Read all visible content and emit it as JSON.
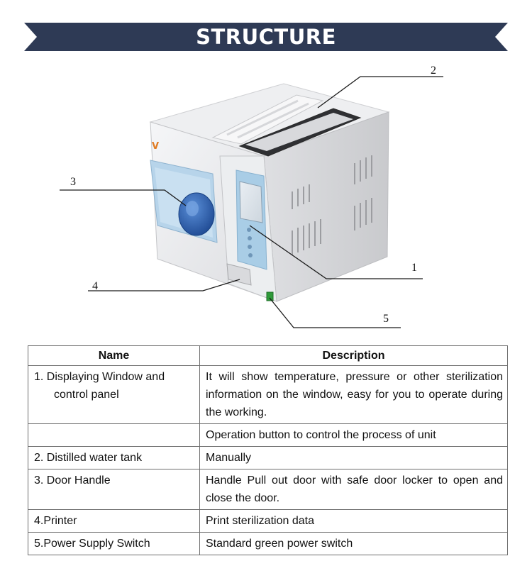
{
  "banner": {
    "title": "STRUCTURE"
  },
  "figure": {
    "brand_mark": "V",
    "callouts": [
      "1",
      "2",
      "3",
      "4",
      "5"
    ]
  },
  "table": {
    "headers": {
      "name": "Name",
      "description": "Description"
    },
    "rows": [
      {
        "name": "1.   Displaying Window and control panel",
        "description": "It will show temperature, pressure or other sterilization information on the window, easy for you to operate during the working."
      },
      {
        "name": "",
        "description": "Operation button to control the process of unit"
      },
      {
        "name": "2.  Distilled water tank",
        "description": "Manually"
      },
      {
        "name": "3.  Door Handle",
        "description": "Handle Pull out door with safe door locker to open and close the door."
      },
      {
        "name": "4.Printer",
        "description": "Print sterilization data"
      },
      {
        "name": "5.Power Supply Switch",
        "description": "Standard green power switch"
      }
    ]
  },
  "colors": {
    "banner": "#2e3a55",
    "panel_blue": "#a9cde6",
    "handle_blue": "#2f5fae",
    "switch_green": "#2f9a3a"
  }
}
